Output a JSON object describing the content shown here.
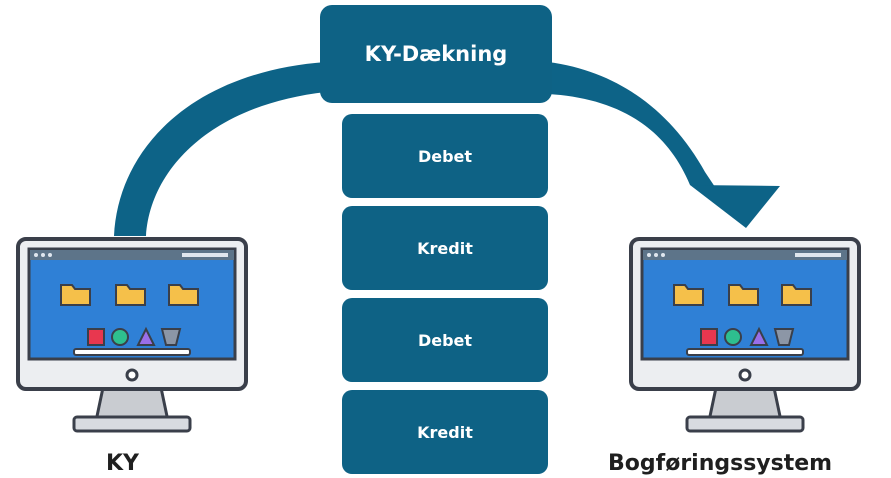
{
  "colors": {
    "box_fill": "#0e6285",
    "arrow_fill": "#0d6387",
    "text_on_box": "#ffffff",
    "caption_text": "#1f1f1f",
    "monitor_frame": "#3a3f4a",
    "screen_fill": "#2f80d6",
    "folder_fill": "#f5c04a"
  },
  "center": {
    "header": "KY-Dækning",
    "steps": [
      "Debet",
      "Kredit",
      "Debet",
      "Kredit"
    ]
  },
  "left_system": {
    "label": "KY",
    "icon": "desktop-computer-icon"
  },
  "right_system": {
    "label": "Bogføringssystem",
    "icon": "desktop-computer-icon"
  },
  "flow": {
    "direction": "from KY through KY-Dækning to Bogføringssystem"
  }
}
